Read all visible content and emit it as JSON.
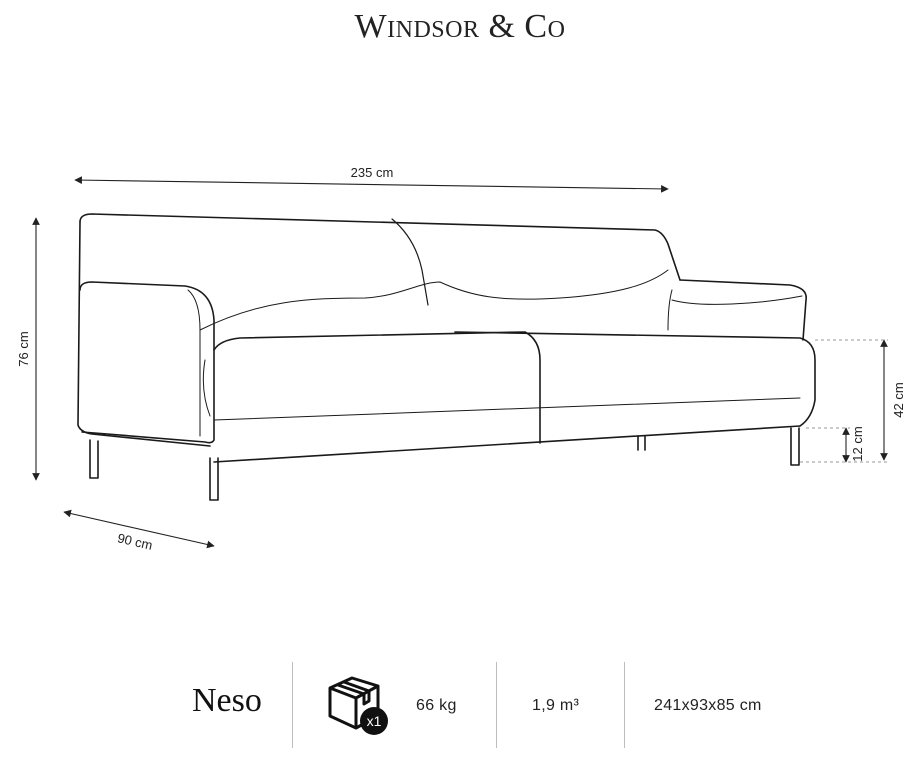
{
  "brand": "Windsor & Co",
  "dimensions": {
    "width": "235 cm",
    "height": "76 cm",
    "depth": "90 cm",
    "seat_height": "42 cm",
    "leg_height": "12 cm"
  },
  "footer": {
    "product_name": "Neso",
    "package_count": "x1",
    "weight": "66 kg",
    "volume": "1,9 m³",
    "package_size": "241x93x85 cm"
  }
}
